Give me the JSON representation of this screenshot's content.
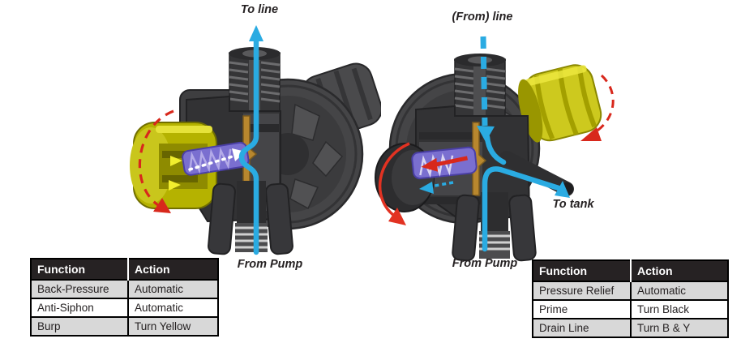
{
  "labels": {
    "left_top": "To line",
    "left_bottom": "From Pump",
    "right_top": "(From) line",
    "right_bottom": "From Pump",
    "right_side": "To tank"
  },
  "tables": {
    "left": {
      "headers": [
        "Function",
        "Action"
      ],
      "rows": [
        [
          "Back-Pressure",
          "Automatic"
        ],
        [
          "Anti-Siphon",
          "Automatic"
        ],
        [
          "Burp",
          "Turn Yellow"
        ]
      ]
    },
    "right": {
      "headers": [
        "Function",
        "Action"
      ],
      "rows": [
        [
          "Pressure Relief",
          "Automatic"
        ],
        [
          "Prime",
          "Turn Black"
        ],
        [
          "Drain Line",
          "Turn B & Y"
        ]
      ]
    }
  },
  "colors": {
    "flow_blue": "#2aabe2",
    "rotation_red": "#d8281c",
    "solid_red": "#e23222",
    "knob_yellow": "#cdc91e",
    "knob_yellow_dark": "#b5b200",
    "spring_purple": "#7a6fd0",
    "body_dark": "#353537",
    "table_header_bg": "#262223",
    "table_alt_row": "#d8d8d8"
  }
}
